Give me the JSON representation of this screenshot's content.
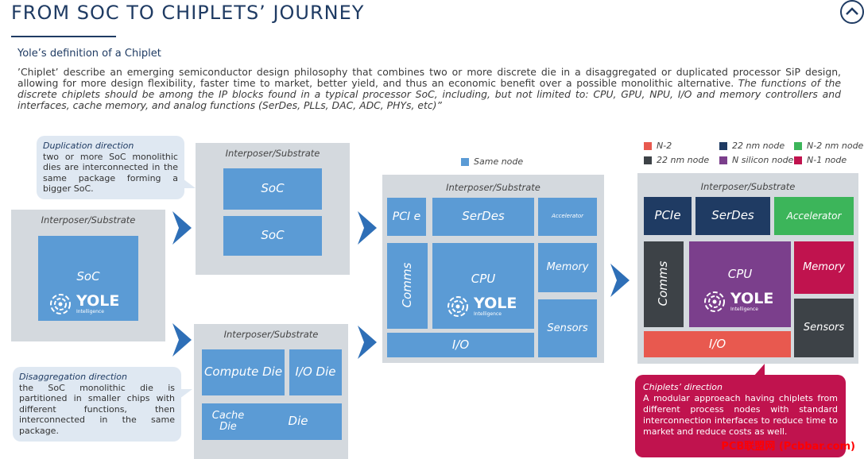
{
  "header": {
    "title": "FROM SOC TO CHIPLETS’ JOURNEY",
    "subtitle": "Yole’s definition of a Chiplet",
    "definition_normal": "’Chiplet’ describe an emerging semiconductor design philosophy that combines two or more discrete die in a disaggregated or duplicated processor SiP design, allowing for more design flexibility, faster time to market, better yield, and thus an economic benefit over a possible monolithic alternative.",
    "definition_italic": "The functions of the discrete chiplets should be among the IP blocks found in a typical processor SoC, including, but not limited to: CPU, GPU, NPU, I/O and memory controllers and interfaces, cache memory, and analog functions (SerDes, PLLs, DAC, ADC, PHYs, etc)”"
  },
  "duplication": {
    "title": "Duplication direction",
    "text": "two or more SoC monolithic dies are interconnected in the same package forming a bigger SoC."
  },
  "disaggregation": {
    "title": "Disaggregation direction",
    "text": "the SoC monolithic die is partitioned in smaller chips with different functions, then interconnected in the same package."
  },
  "chiplets_direction": {
    "title": "Chiplets’ direction",
    "text": "A modular approeach having chiplets from different process nodes with standard interconnection interfaces to reduce time to market and reduce costs as well."
  },
  "panel_label": "Interposer/Substrate",
  "soc_panel": {
    "block": "SoC",
    "logo": "YOLE",
    "logo_sub": "Intelligence"
  },
  "dup_panel": {
    "blocks": [
      "SoC",
      "SoC"
    ]
  },
  "disagg_panel": {
    "blocks": [
      "Compute Die",
      "I/O Die",
      "Cache Die",
      "Die"
    ]
  },
  "same_node": {
    "legend": "Same node",
    "color": "#5b9bd5",
    "blocks": {
      "pcie": "PCI e",
      "serdes": "SerDes",
      "accel": "Accelerator",
      "comms": "Comms",
      "cpu": "CPU",
      "memory": "Memory",
      "sensors": "Sensors",
      "io": "I/O"
    }
  },
  "chiplet_panel": {
    "legend": [
      {
        "label": "N-2",
        "color": "#e8594f"
      },
      {
        "label": "22 nm node",
        "color": "#1f3b63"
      },
      {
        "label": "N-2  nm node",
        "color": "#3cb55a"
      },
      {
        "label": "22 nm node",
        "color": "#3d4247"
      },
      {
        "label": "N silicon node",
        "color": "#7b3f8c"
      },
      {
        "label": "N-1 node",
        "color": "#c0134e"
      }
    ],
    "blocks": {
      "pcie": "PCIe",
      "serdes": "SerDes",
      "accel": "Accelerator",
      "comms": "Comms",
      "cpu": "CPU",
      "memory": "Memory",
      "sensors": "Sensors",
      "io": "I/O"
    }
  },
  "watermark": "PCB联盟网 (Pcbbar.com)"
}
